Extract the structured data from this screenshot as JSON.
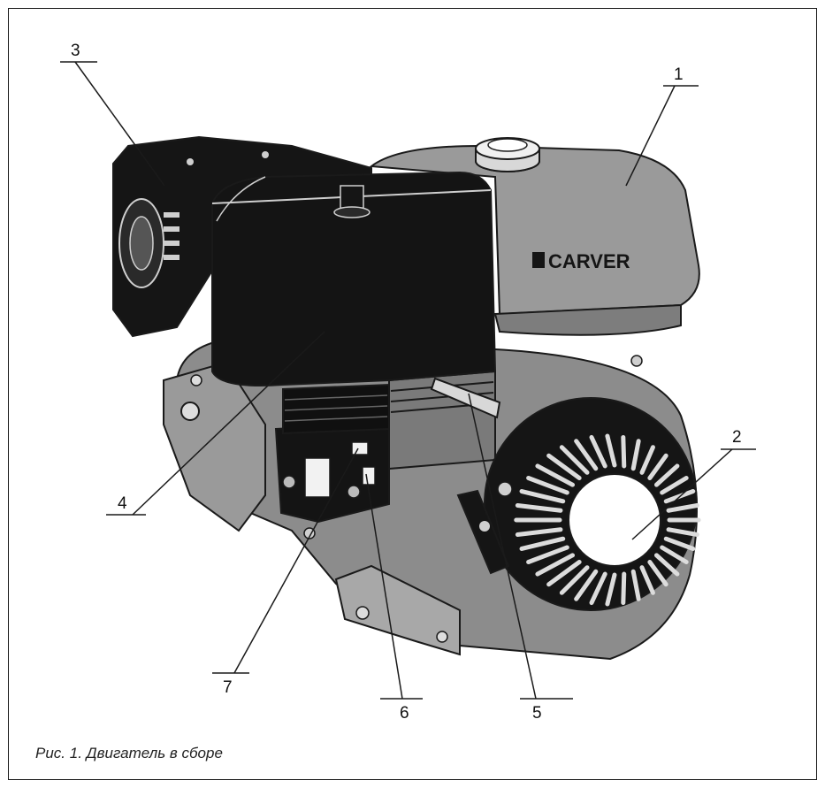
{
  "figure": {
    "caption": "Рис. 1. Двигатель в сборе",
    "brand_label": "CARVER",
    "callouts": [
      {
        "number": "1",
        "part": "fuel-tank"
      },
      {
        "number": "2",
        "part": "recoil-starter-handle"
      },
      {
        "number": "3",
        "part": "muffler"
      },
      {
        "number": "4",
        "part": "air-filter"
      },
      {
        "number": "5",
        "part": "throttle-lever"
      },
      {
        "number": "6",
        "part": "fuel-valve"
      },
      {
        "number": "7",
        "part": "choke-lever"
      }
    ]
  },
  "colors": {
    "engine_body": "#8c8c8c",
    "tank": "#9a9a9a",
    "dark_parts": "#151515",
    "line": "#1a1a1a"
  }
}
